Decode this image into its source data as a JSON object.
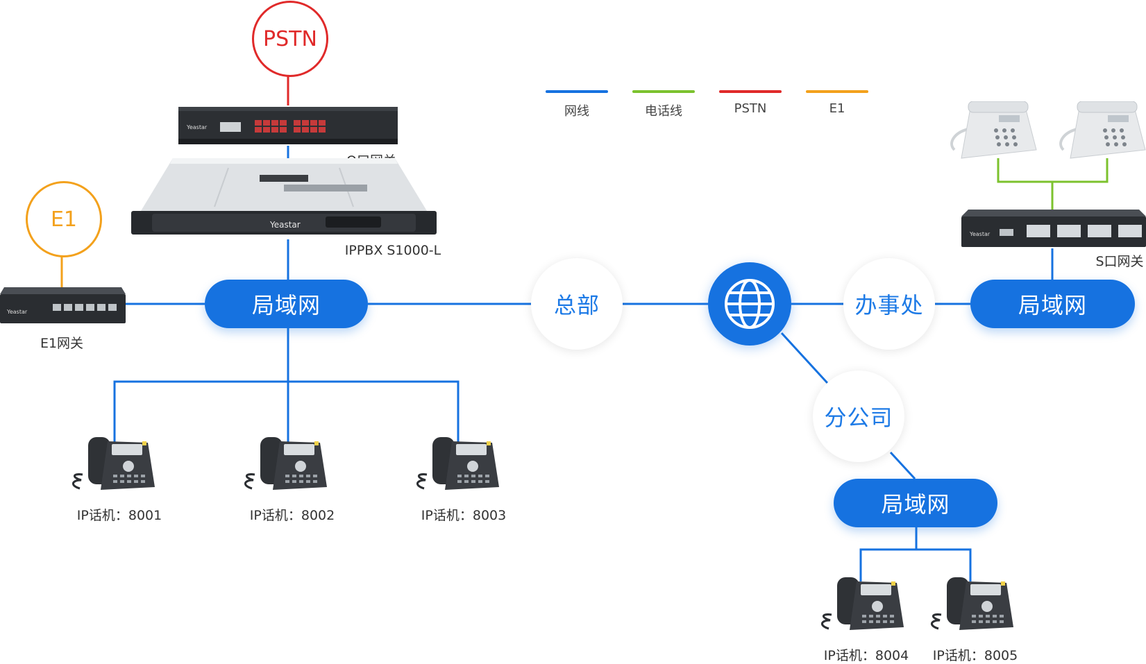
{
  "legend": [
    {
      "label": "网线",
      "color": "#1672e0"
    },
    {
      "label": "电话线",
      "color": "#7cc22e"
    },
    {
      "label": "PSTN",
      "color": "#e02a2a"
    },
    {
      "label": "E1",
      "color": "#f3a11c"
    }
  ],
  "nodes": {
    "pstn": "PSTN",
    "e1": "E1",
    "lan_hq": "局域网",
    "lan_office": "局域网",
    "lan_branch": "局域网",
    "site_hq": "总部",
    "site_office": "办事处",
    "site_branch": "分公司"
  },
  "labels": {
    "fxo_gateway": "O口网关",
    "ippbx": "IPPBX S1000-L",
    "e1_gateway": "E1网关",
    "fxs_gateway": "S口网关",
    "phone1": "IP话机：8001",
    "phone2": "IP话机：8002",
    "phone3": "IP话机：8003",
    "phone4": "IP话机：8004",
    "phone5": "IP话机：8005"
  },
  "brand": "Yeastar",
  "colors": {
    "network": "#1672e0",
    "phone_line": "#7cc22e",
    "pstn": "#e02a2a",
    "e1": "#f3a11c"
  }
}
